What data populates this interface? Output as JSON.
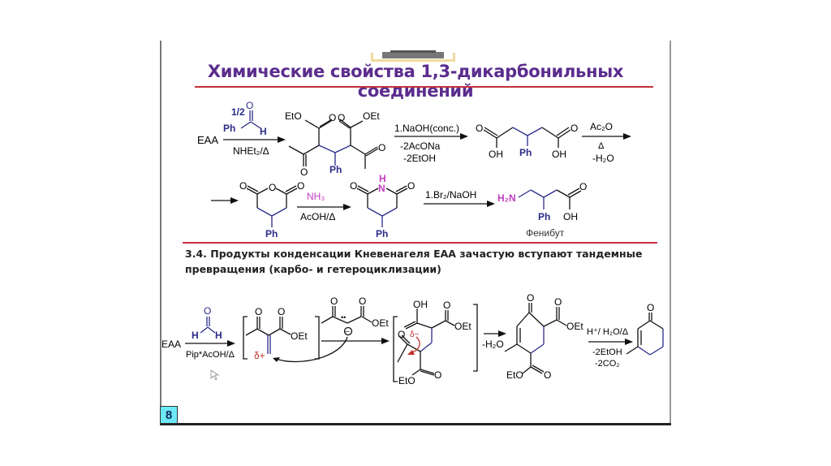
{
  "slide": {
    "title": "Химические свойства 1,3-дикарбонильных соединений",
    "section_text_line1": "3.4. Продукты конденсации Кневенагеля ЕАА  зачастую вступают тандемные",
    "section_text_line2": "превращения (карбо- и гетероциклизации)",
    "page_number": "8"
  },
  "scheme1": {
    "start": "EAA",
    "reagent_ratio": "1/2",
    "aldehyde_ph": "Ph",
    "aldehyde_h": "H",
    "aldehyde_o": "O",
    "catalyst": "NHEt₂/Δ",
    "product1_labels": {
      "eto": "EtO",
      "oet": "OEt",
      "o": "O",
      "ph": "Ph"
    },
    "step2_above": "1.NaOH(conc.)",
    "step2_below1": "-2AcONa",
    "step2_below2": "-2EtOH",
    "product2_labels": {
      "o": "O",
      "oh": "OH",
      "ph": "Ph"
    },
    "step3_above": "Ac₂O",
    "step3_mid": "Δ",
    "step3_below": "-H₂O",
    "anhydride_labels": {
      "o": "O",
      "ph": "Ph"
    },
    "step4_above": "NH₃",
    "step4_below": "AcOH/Δ",
    "imide_labels": {
      "h": "H",
      "n": "N",
      "o": "O",
      "ph": "Ph"
    },
    "step5_above": "1.Br₂/NaOH",
    "final_labels": {
      "h2n": "H₂N",
      "ph": "Ph",
      "oh": "OH",
      "o": "O"
    },
    "final_name": "Фенибут"
  },
  "scheme2": {
    "start": "EAA",
    "aldehyde_h": "H",
    "aldehyde_o": "O",
    "catalyst": "Pip*AcOH/Δ",
    "intermediate_labels": {
      "o": "O",
      "oet": "OEt",
      "delta_plus": "δ+"
    },
    "nucleophile_labels": {
      "o": "O",
      "oet": "OEt",
      "minus": "−",
      "lone_pair": "••"
    },
    "adduct_labels": {
      "oh": "OH",
      "o": "O",
      "oet": "OEt",
      "eto": "EtO",
      "delta_minus": "δ−"
    },
    "step_dehydration": "-H₂O",
    "cyclic_labels": {
      "o": "O",
      "oet": "OEt",
      "eto": "EtO"
    },
    "step_final_above": "H⁺/ H₂O/Δ",
    "step_final_below1": "-2EtOH",
    "step_final_below2": "-2CO₂",
    "final_labels": {
      "o": "O"
    }
  },
  "colors": {
    "title": "#5b2d8e",
    "rule": "#c0303a",
    "blue": "#2b2b8a",
    "magenta": "#c03cc0",
    "red": "#c0302a",
    "page_badge": "#6ee8f5"
  }
}
